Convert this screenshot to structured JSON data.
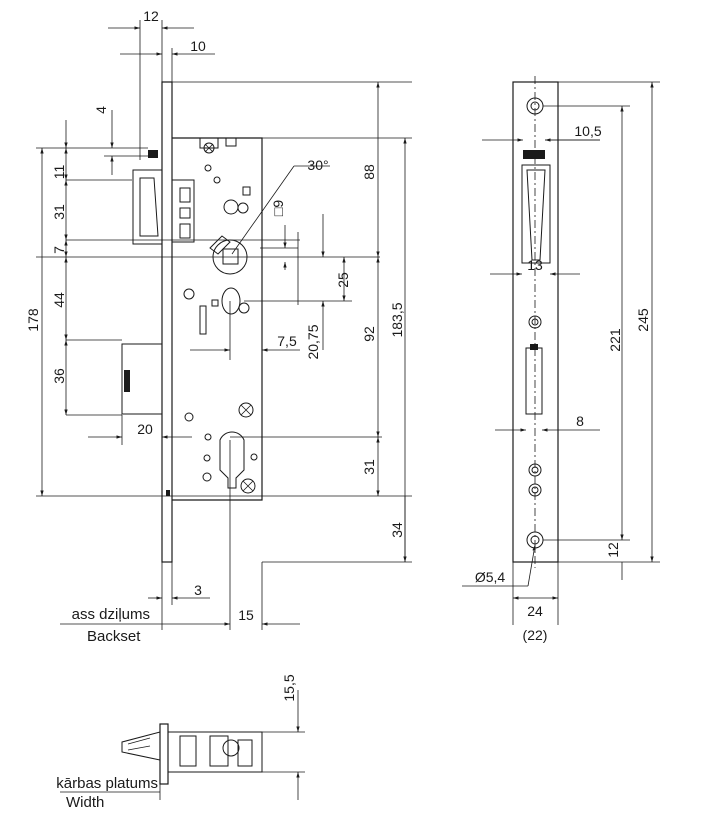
{
  "dimensions": {
    "forend_12": "12",
    "forend_10": "10",
    "latch_offset_4": "4",
    "latch_11": "11",
    "latch_height_31": "31",
    "spindle_7": "7",
    "distance_44": "44",
    "deadbolt_36": "36",
    "height_178": "178",
    "deadbolt_throw_20": "20",
    "angle_30": "30°",
    "square_9": "□9",
    "spindle_25": "25",
    "top_88": "88",
    "centre_92": "92",
    "total_183_5": "183,5",
    "offset_7_5": "7,5",
    "offset_20_75": "20,75",
    "cylinder_31": "31",
    "bottom_34": "34",
    "forend_3": "3",
    "backset_15": "15",
    "screw_10_5": "10,5",
    "slot_13": "13",
    "slot_8": "8",
    "hole_dia": "Ø5,4",
    "faceplate_24": "24",
    "faceplate_alt": "(22)",
    "fix_221": "221",
    "faceplate_245": "245",
    "bottom_12": "12",
    "profile_15_5": "15,5"
  },
  "captions": {
    "backset_lv": "ass dziļums",
    "backset_en": "Backset",
    "width_lv": "kārbas platums",
    "width_en": "Width"
  }
}
